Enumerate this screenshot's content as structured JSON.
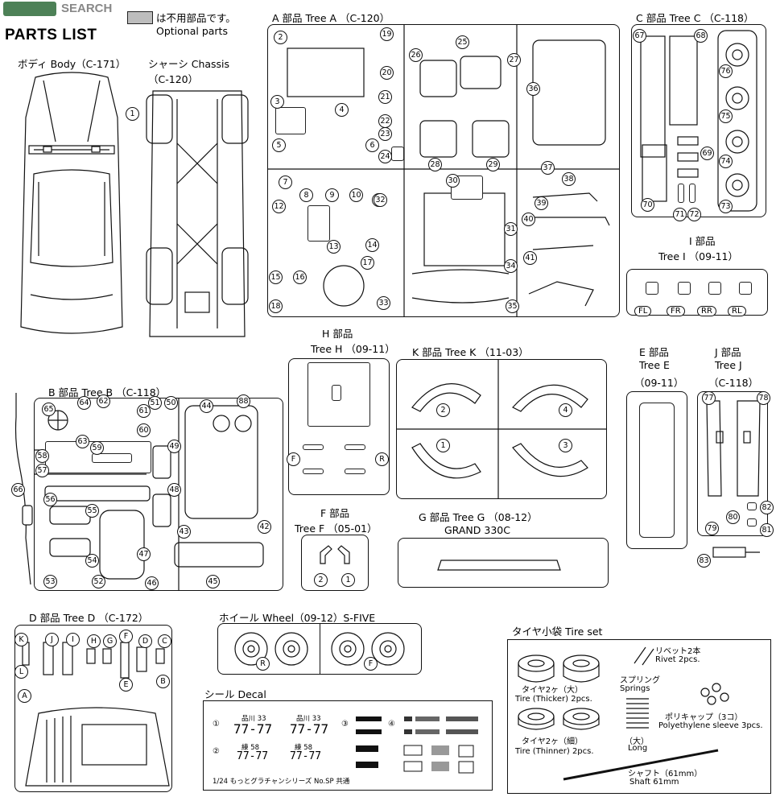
{
  "header": {
    "watermark": "SEARCH",
    "parts_list": "PARTS LIST",
    "legend_jp": "は不用部品です。",
    "legend_en": "Optional parts"
  },
  "body": {
    "label": "ボディ Body（C-171）",
    "num": "1"
  },
  "chassis": {
    "label_jp": "シャーシ Chassis",
    "label_code": "（C-120）"
  },
  "tree_a": {
    "label": "A 部品 Tree A （C-120）",
    "nums": [
      "2",
      "3",
      "4",
      "5",
      "6",
      "7",
      "8",
      "9",
      "10",
      "11",
      "12",
      "13",
      "14",
      "15",
      "16",
      "17",
      "18",
      "19",
      "20",
      "21",
      "22",
      "23",
      "24",
      "25",
      "26",
      "27",
      "28",
      "29",
      "30",
      "31",
      "32",
      "33",
      "34",
      "35",
      "36",
      "37",
      "38",
      "39",
      "40",
      "41"
    ]
  },
  "tree_c": {
    "label": "C 部品 Tree C （C-118）",
    "nums": [
      "67",
      "68",
      "69",
      "70",
      "71",
      "72",
      "73",
      "74",
      "75",
      "76"
    ]
  },
  "tree_i": {
    "label_jp": "I 部品",
    "label_en": "Tree I （09-11）",
    "tags": [
      "FL",
      "FR",
      "RR",
      "RL"
    ]
  },
  "tree_h": {
    "label_jp": "H 部品",
    "label_en": "Tree H （09-11）",
    "tags": [
      "F",
      "R"
    ]
  },
  "tree_k": {
    "label": "K 部品 Tree K （11-03）",
    "nums": [
      "2",
      "4",
      "1",
      "3"
    ]
  },
  "tree_e": {
    "label_jp": "E 部品",
    "label_en1": "Tree E",
    "label_en2": "（09-11）"
  },
  "tree_j": {
    "label_jp": "J 部品",
    "label_en1": "Tree J",
    "label_en2": "（C-118）",
    "nums": [
      "77",
      "78",
      "79",
      "80",
      "81",
      "82",
      "83"
    ]
  },
  "tree_b": {
    "label": "B 部品 Tree B （C-118）",
    "nums": [
      "42",
      "43",
      "44",
      "45",
      "46",
      "47",
      "48",
      "49",
      "50",
      "51",
      "52",
      "53",
      "54",
      "55",
      "56",
      "57",
      "58",
      "59",
      "60",
      "61",
      "62",
      "63",
      "64",
      "65",
      "66",
      "88"
    ]
  },
  "tree_f": {
    "label_jp": "F 部品",
    "label_en": "Tree F （05-01）",
    "nums": [
      "2",
      "1"
    ]
  },
  "tree_g": {
    "label": "G 部品 Tree G （08-12）",
    "sub": "GRAND 330C"
  },
  "tree_d": {
    "label": "D 部品 Tree D （C-172）",
    "letters": [
      "K",
      "J",
      "I",
      "H",
      "G",
      "F",
      "D",
      "C",
      "L",
      "E",
      "B",
      "A"
    ]
  },
  "wheel": {
    "label": "ホイール Wheel（09-12）S-FIVE",
    "tags": [
      "R",
      "F"
    ]
  },
  "decal": {
    "label": "シール Decal",
    "rows": [
      "①",
      "②",
      "③",
      "④"
    ],
    "plates": [
      "品川 33",
      "77-77",
      "品川 33",
      "77-77",
      "練 58",
      "77-77",
      "練 58",
      "77-77"
    ],
    "footer": "1/24 もっとグラチャンシリーズ No.SP 共通"
  },
  "tire_set": {
    "label": "タイヤ小袋 Tire set",
    "rivet_jp": "リベット2本",
    "rivet_en": "Rivet 2pcs.",
    "spring_jp": "スプリング",
    "spring_en": "Springs",
    "tire_thick_jp": "タイヤ2ヶ（大）",
    "tire_thick_en": "Tire (Thicker) 2pcs.",
    "tire_thin_jp": "タイヤ2ヶ（細）",
    "tire_thin_en": "Tire (Thinner) 2pcs.",
    "long_jp": "（大）",
    "long_en": "Long",
    "poly_jp": "ポリキャップ（3コ）",
    "poly_en": "Polyethylene sleeve 3pcs.",
    "shaft_jp": "シャフト（61mm）",
    "shaft_en": "Shaft 61mm"
  }
}
